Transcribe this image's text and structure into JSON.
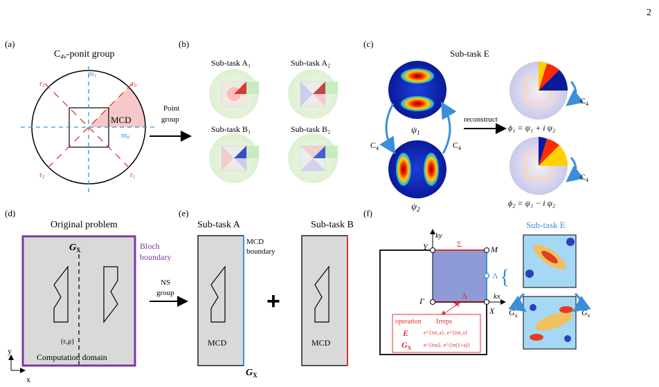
{
  "page_number": "2",
  "colors": {
    "blue": "#3b8fd8",
    "red": "#e03030",
    "purple": "#7a3aa0",
    "gray": "#d9d9d9",
    "light_blue_fill": "#8f9bd6",
    "pink_fill": "#f7c8c8"
  },
  "panel_a": {
    "label": "(a)",
    "title": "C",
    "title_sub": "4v",
    "title_rest": "-ponit group",
    "m1": "m",
    "m1_sub": "1",
    "m0": "m",
    "m0_sub": "0",
    "r0": "r",
    "r0_sub": "0",
    "r1": "r",
    "r1_sub": "1",
    "r2": "r",
    "r2_sub": "2",
    "r3": "r",
    "r3_sub": "3",
    "mcd": "MCD",
    "arrow_top": "Point",
    "arrow_bottom": "group"
  },
  "panel_b": {
    "label": "(b)",
    "a1": "Sub-task A₁",
    "a2": "Sub-task A₂",
    "b1": "Sub-task B₁",
    "b2": "Sub-task B₂"
  },
  "panel_c": {
    "label": "(c)",
    "title": "Sub-task E",
    "psi1": "ψ",
    "psi1_sub": "1",
    "psi2": "ψ",
    "psi2_sub": "2",
    "c4": "C",
    "c4_sub": "4",
    "reconstruct": "reconstruct",
    "phi1": "ϕ₁ = ψ₁ + i ψ₂",
    "phi2": "ϕ₂ = ψ₁ − i ψ₂"
  },
  "panel_d": {
    "label": "(d)",
    "title": "Original problem",
    "gx": "G",
    "gx_sub": "X",
    "bloch1": "Bloch",
    "bloch2": "boundary",
    "eps": "(ε,μ)",
    "domain": "Computation domain",
    "axis_y": "y",
    "axis_x": "x",
    "ns1": "NS",
    "ns2": "group"
  },
  "panel_e": {
    "label": "(e)",
    "sub_a": "Sub-task A",
    "sub_b": "Sub-task B",
    "mcd_b1": "MCD",
    "mcd_b2": "boundary",
    "mcd_a": "MCD",
    "mcd_b": "MCD",
    "gx": "G",
    "gx_sub": "X",
    "plus": "+"
  },
  "panel_f": {
    "label": "(f)",
    "ky": "ky",
    "kx": "kx",
    "Y": "Y",
    "M": "M",
    "X": "X",
    "Gamma": "Γ",
    "Sigma": "Σ",
    "Lambda": "Λ",
    "Delta": "Δ",
    "op_header": "operation",
    "irreps_header": "Irreps",
    "op_e": "E",
    "op_gx": "G",
    "op_gx_sub": "X",
    "irr_e": "e^{iπt₁a}, e^{iπt₁a}",
    "irr_gx": "e^{iπa}, e^{iπ(1+a)}",
    "sub_e": "Sub-task E",
    "gx_left": "G",
    "gx_right": "G",
    "gx_s": "x"
  }
}
